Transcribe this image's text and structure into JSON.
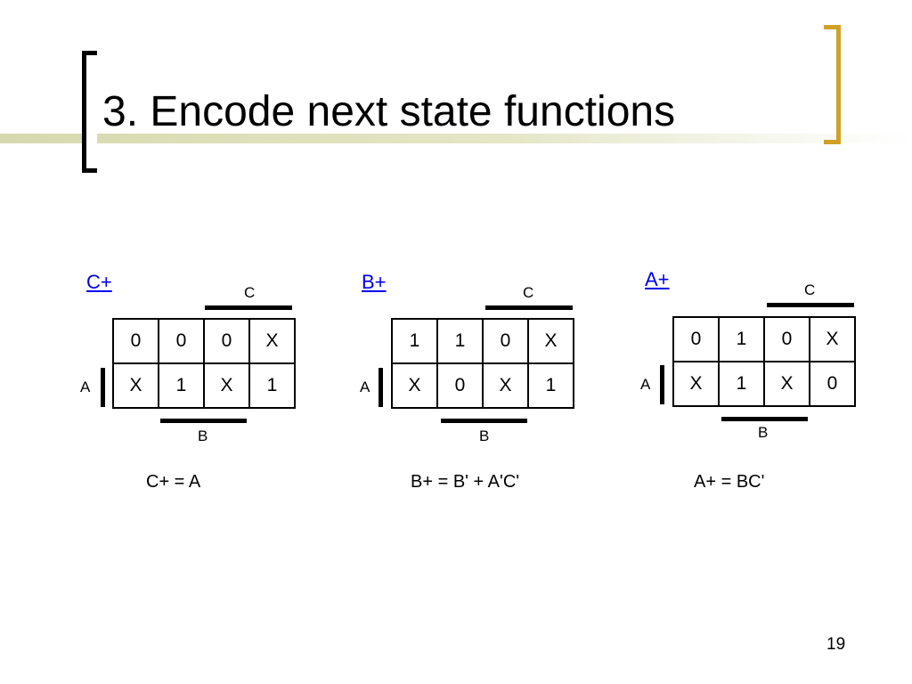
{
  "slide": {
    "title": "3. Encode next state functions",
    "page_number": "19"
  },
  "kmaps": [
    {
      "label": "C+",
      "var_top": "C",
      "var_left": "A",
      "var_bottom": "B",
      "rows": [
        [
          "0",
          "0",
          "0",
          "X"
        ],
        [
          "X",
          "1",
          "X",
          "1"
        ]
      ],
      "equation": "C+ = A"
    },
    {
      "label": "B+",
      "var_top": "C",
      "var_left": "A",
      "var_bottom": "B",
      "rows": [
        [
          "1",
          "1",
          "0",
          "X"
        ],
        [
          "X",
          "0",
          "X",
          "1"
        ]
      ],
      "equation": "B+ = B' + A'C'"
    },
    {
      "label": "A+",
      "var_top": "C",
      "var_left": "A",
      "var_bottom": "B",
      "rows": [
        [
          "0",
          "1",
          "0",
          "X"
        ],
        [
          "X",
          "1",
          "X",
          "0"
        ]
      ],
      "equation": "A+ = BC'"
    }
  ],
  "colors": {
    "link": "#0000ee",
    "bracket_right": "#cfa126",
    "band": "#d6d9ad"
  }
}
